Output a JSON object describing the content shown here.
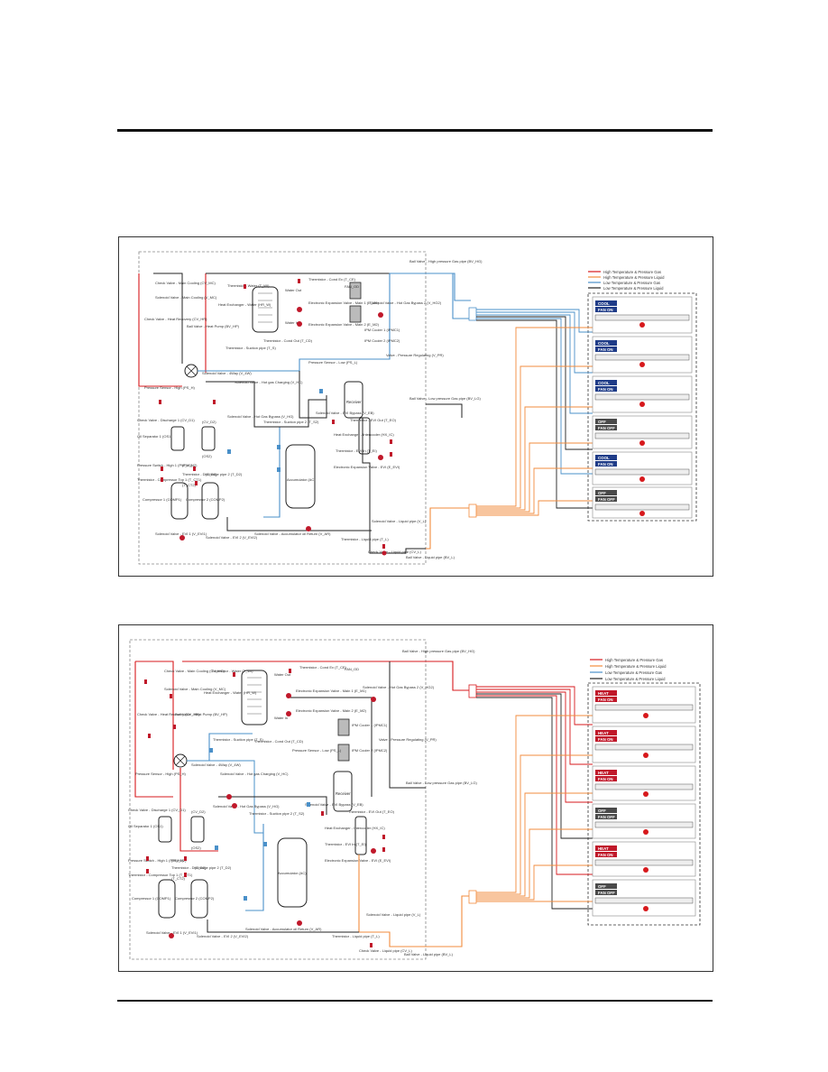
{
  "colors": {
    "high_temp_gas": "#d7191c",
    "high_temp_liquid": "#f28b3c",
    "low_temp_gas": "#4a90c9",
    "low_temp_liquid": "#222222",
    "cool_fan_badge": "#1f3c88",
    "heat_fan_badge": "#c0182a",
    "off_badge": "#4a4a4a"
  },
  "legend": [
    {
      "label": "High Temperature & Pressure Gas",
      "color_key": "high_temp_gas"
    },
    {
      "label": "High Temperature & Pressure Liquid",
      "color_key": "high_temp_liquid"
    },
    {
      "label": "Low Temperature & Pressure Gas",
      "color_key": "low_temp_gas"
    },
    {
      "label": "Low Temperature & Pressure Liquid",
      "color_key": "low_temp_liquid"
    }
  ],
  "components": {
    "cv_mc": "Check Valve - Main Cooling (CV_MC)",
    "sv_mc": "Solenoid Valve - Main Cooling (V_MC)",
    "cv_hr": "Check Valve - Heat Recovery (CV_HR)",
    "bv_hp": "Ball Valve - Heat Pump (BV_HP)",
    "t_wi": "Thermistor - Water (T_WI)",
    "hx_hr": "Heat Exchanger - Water (HR_W)",
    "water_out": "Water Out",
    "water_in": "Water In",
    "t_cd": "Thermistor - Cond Out (T_CD)",
    "t_suc": "Thermistor - Suction pipe (T_S)",
    "t_cond": "Thermistor - Cond Ex (T_CE)",
    "fan": "FAN_OD",
    "eev_m1": "Electronic Expansion Valve - Main 1 (E_M1)",
    "eev_m2": "Electronic Expansion Valve - Main 2 (E_M2)",
    "sv_hgb": "Solenoid Valve - Hot Gas Bypass 2 (V_HG2)",
    "ipm1": "IPM Cooler 1 (IPMC1)",
    "ipm2": "IPM Cooler 2 (IPMC2)",
    "v_pr": "Valve - Pressure Regulating (V_PR)",
    "ps_low": "Pressure Sensor - Low (PS_L)",
    "ps_high": "Pressure Sensor - High (PS_H)",
    "four_way": "Solenoid Valve - 4Way (V_4W)",
    "sv_hgc": "Solenoid Valve - Hot gas Charging (V_HC)",
    "receiver": "Receiver",
    "bv_lp": "Ball Valve - Low pressure Gas pipe (BV_LG)",
    "bv_hg": "Ball Valve - High pressure Gas pipe (BV_HG)",
    "cv_d1": "Check Valve - Discharge 1 (CV_D1)",
    "os1": "Oil Separator 1 (OS1)",
    "os2": "(OS2)",
    "cv_d2": "(CV_D2)",
    "sv_hgbp": "Solenoid Valve - Hot Gas Bypass (V_HG)",
    "t_suc2": "Thermistor - Suction pipe 2 (T_S2)",
    "sv_evi": "Solenoid Valve - EVI Bypass (V_EB)",
    "t_evi_out": "Thermistor - EVI Out (T_EO)",
    "hx_evi": "Heat Exchanger - Intercooler (HX_IC)",
    "t_evi_in": "Thermistor - EVI In (T_EI)",
    "eev_evi": "Electronic Expansion Valve - EVI (E_EVI)",
    "pshigh1": "Pressure Switch - High 1 (PW_H1)",
    "pw_h2": "(PW_H2)",
    "t_ct1": "Thermistor - Compressor Top 1 (T_CT1)",
    "t_dis": "Thermistor - Discharge pipe 2 (T_D2)",
    "t_d2": "(T_D2)",
    "t_ct2": "(T_CT2)",
    "comp1": "Compressor 1 (COMP1)",
    "comp2": "Compressor 2 (COMP2)",
    "accum": "Accumulator (AC)",
    "sv_evi1": "Solenoid Valve - EVI 1 (V_EVI1)",
    "sv_evi2": "Solenoid Valve - EVI 2 (V_EVI2)",
    "sv_acc": "Solenoid Valve - Accumulator oil Return (V_AR)",
    "t_liq": "Thermistor - Liquid pipe (T_L)",
    "sv_liq": "Solenoid Valve - Liquid pipe (V_L)",
    "cv_liq": "Check Valve - Liquid pipe (CV_L)",
    "bv_liq": "Ball Valve - Liquid pipe (BV_L)"
  },
  "panel1": {
    "indoor_units": [
      {
        "mode": "COOL",
        "fan": "FAN ON"
      },
      {
        "mode": "COOL",
        "fan": "FAN ON"
      },
      {
        "mode": "COOL",
        "fan": "FAN ON"
      },
      {
        "mode": "OFF",
        "fan": "FAN OFF"
      },
      {
        "mode": "COOL",
        "fan": "FAN ON"
      },
      {
        "mode": "OFF",
        "fan": "FAN OFF"
      }
    ]
  },
  "panel2": {
    "indoor_units": [
      {
        "mode": "HEAT",
        "fan": "FAN ON"
      },
      {
        "mode": "HEAT",
        "fan": "FAN ON"
      },
      {
        "mode": "HEAT",
        "fan": "FAN ON"
      },
      {
        "mode": "OFF",
        "fan": "FAN OFF"
      },
      {
        "mode": "HEAT",
        "fan": "FAN ON"
      },
      {
        "mode": "OFF",
        "fan": "FAN OFF"
      }
    ]
  }
}
